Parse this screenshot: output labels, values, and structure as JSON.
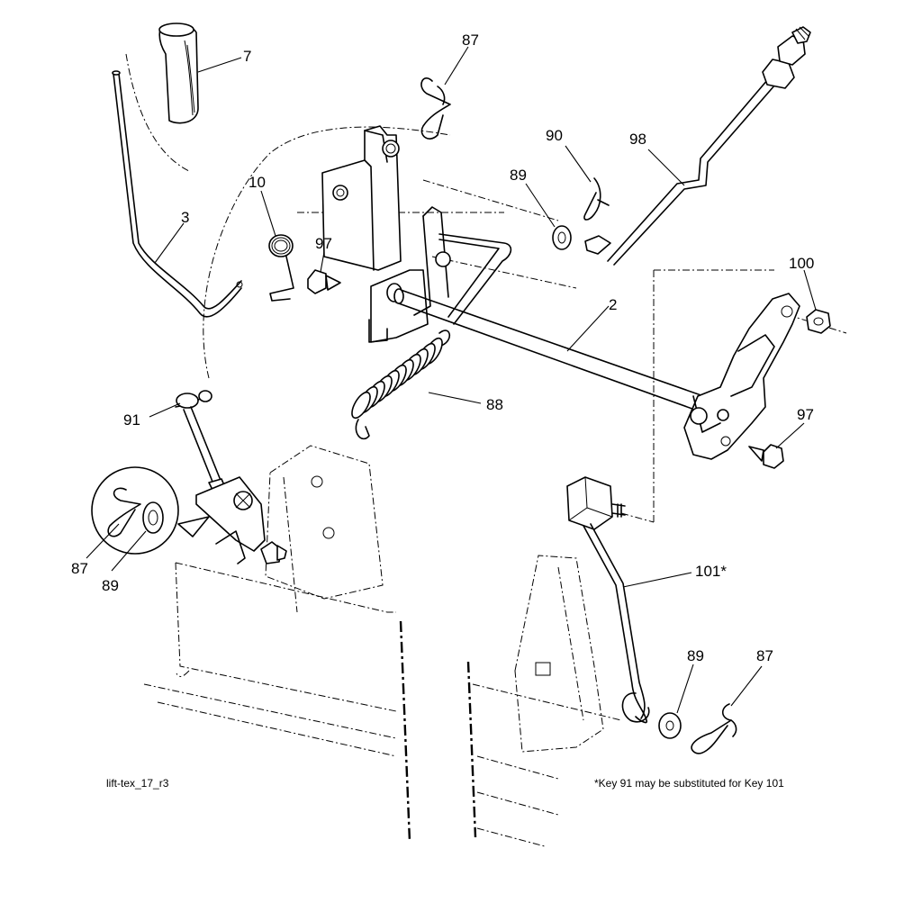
{
  "diagram": {
    "callouts": {
      "key_7": "7",
      "key_87_top": "87",
      "key_10": "10",
      "key_3": "3",
      "key_97_left": "97",
      "key_90": "90",
      "key_98": "98",
      "key_89_top": "89",
      "key_100": "100",
      "key_2": "2",
      "key_88": "88",
      "key_97_right": "97",
      "key_91": "91",
      "key_87_detail": "87",
      "key_89_detail": "89",
      "key_101": "101*",
      "key_89_bottom": "89",
      "key_87_bottom": "87"
    },
    "figure_id": "lift-tex_17_r3",
    "footnote": "*Key 91 may be substituted for Key 101"
  }
}
